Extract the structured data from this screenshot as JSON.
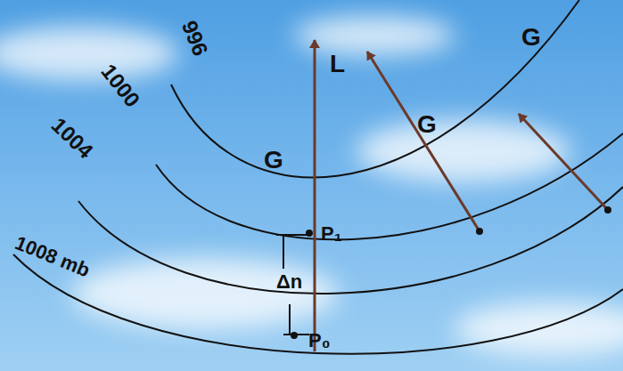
{
  "diagram": {
    "labels": [
      "996",
      "1000",
      "1004",
      "1008 mb",
      "L",
      "G",
      "G",
      "G",
      "P₁",
      "Δn",
      "P₀"
    ]
  }
}
